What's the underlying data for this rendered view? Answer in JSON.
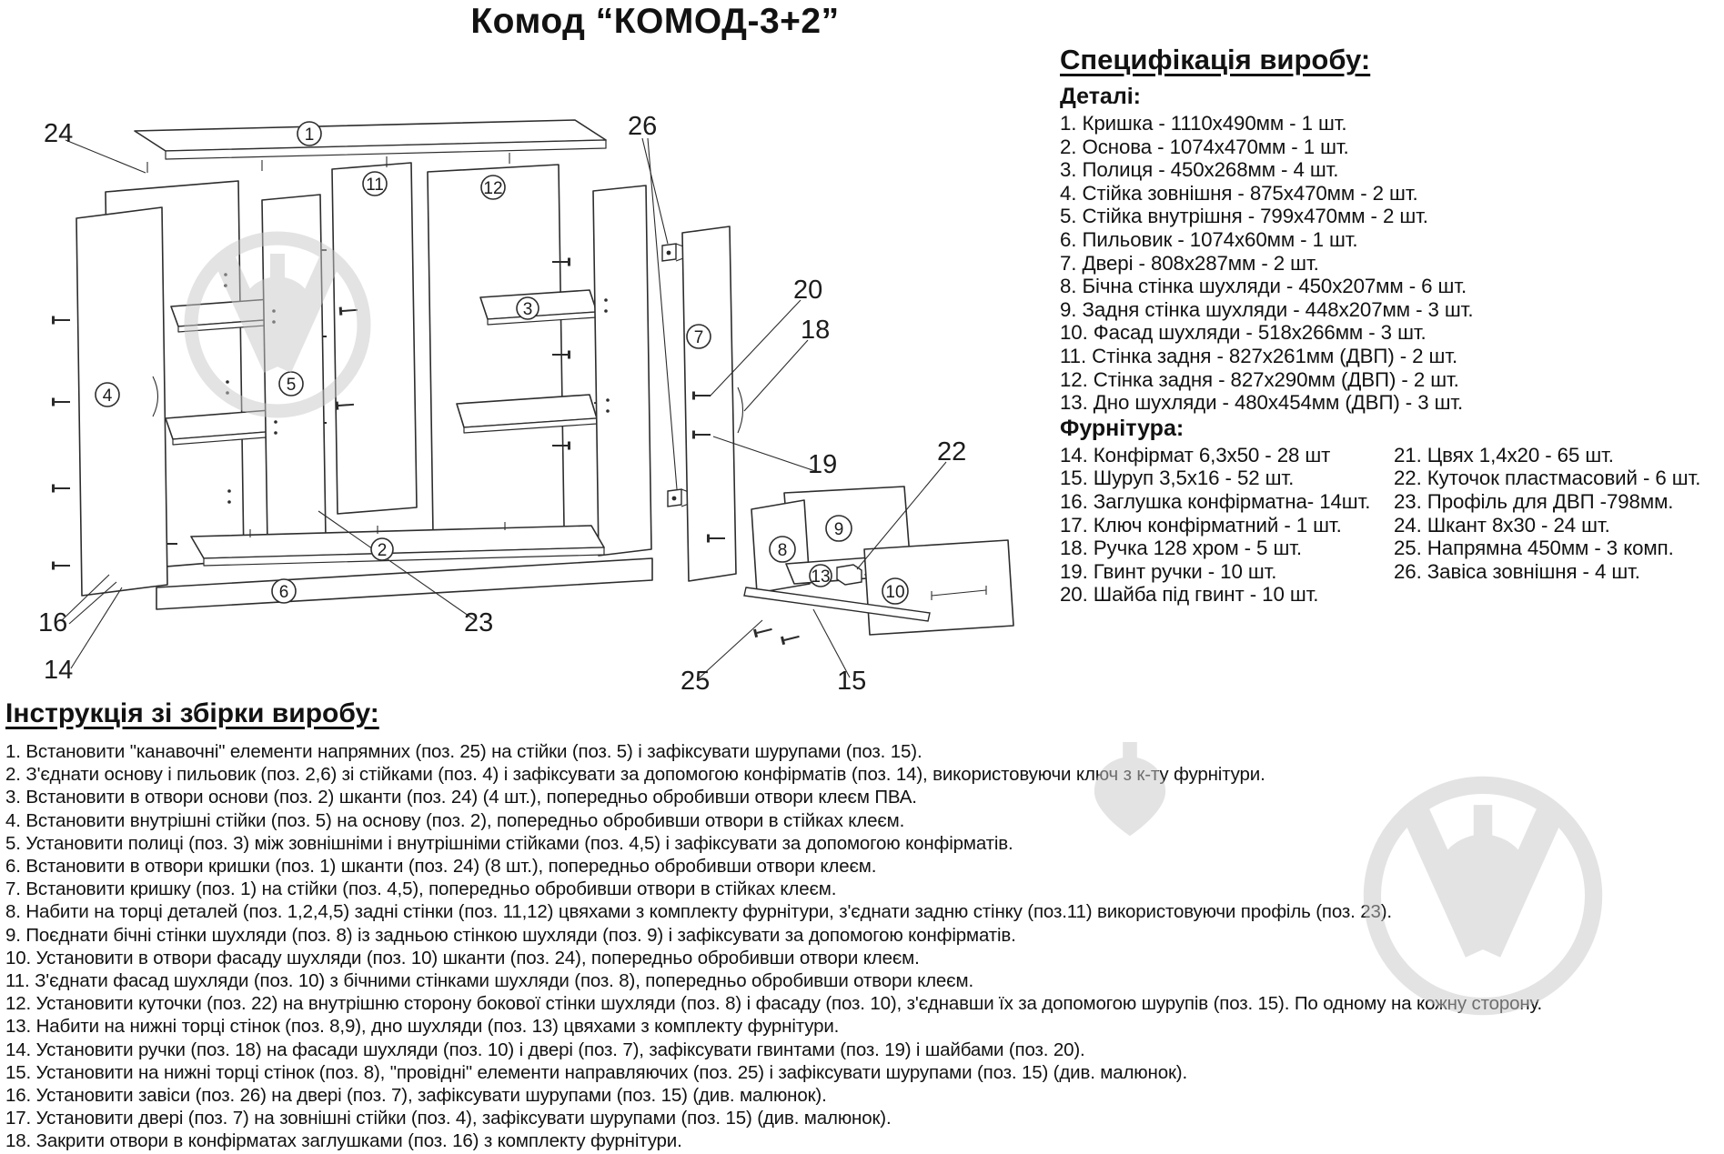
{
  "title": "Комод “КОМОД-3+2”",
  "spec": {
    "heading": "Специфікація виробу:",
    "details_heading": "Деталі:",
    "details": [
      "1. Кришка - 1110х490мм - 1 шт.",
      "2. Основа - 1074х470мм - 1 шт.",
      "3. Полиця - 450х268мм - 4 шт.",
      "4. Стійка зовнішня - 875х470мм - 2 шт.",
      "5. Стійка внутрішня - 799х470мм - 2 шт.",
      "6. Пильовик - 1074х60мм - 1 шт.",
      "7. Двері - 808х287мм - 2 шт.",
      "8. Бічна стінка шухляди - 450х207мм - 6 шт.",
      "9. Задня стінка шухляди - 448х207мм - 3 шт.",
      "10. Фасад шухляди - 518х266мм - 3 шт.",
      "11. Стінка задня - 827х261мм (ДВП) - 2 шт.",
      "12. Стінка задня - 827х290мм (ДВП) - 2 шт.",
      "13. Дно шухляди - 480х454мм (ДВП) - 3 шт."
    ],
    "hardware_heading": "Фурнітура:",
    "hardware_left": [
      "14. Конфірмат 6,3х50 - 28 шт",
      "15. Шуруп 3,5х16 - 52 шт.",
      "16. Заглушка конфірматна- 14шт.",
      "17. Ключ конфірматний - 1 шт.",
      "18. Ручка 128 хром - 5 шт.",
      "19. Гвинт ручки - 10 шт.",
      "20. Шайба під гвинт - 10 шт."
    ],
    "hardware_right": [
      "21. Цвях 1,4х20 - 65 шт.",
      "22. Куточок пластмасовий - 6 шт.",
      "23. Профіль для ДВП -798мм.",
      "24. Шкант 8х30 - 24 шт.",
      "25. Напрямна 450мм - 3 комп.",
      "26. Завіса зовнішня - 4 шт."
    ]
  },
  "instructions": {
    "heading": "Інструкція зі збірки виробу:",
    "steps": [
      "1. Встановити \"канавочні\" елементи напрямних (поз. 25) на стійки (поз. 5) і зафіксувати шурупами (поз. 15).",
      "2. З'єднати основу і пильовик (поз. 2,6) зі стійками (поз. 4) і зафіксувати за допомогою конфірматів (поз. 14), використовуючи ключ з к-ту фурнітури.",
      "3. Встановити в отвори основи (поз. 2) шканти (поз. 24) (4 шт.), попередньо обробивши отвори клеєм ПВА.",
      "4. Встановити внутрішні стійки (поз. 5) на основу (поз. 2), попередньо обробивши отвори в стійках клеєм.",
      "5. Установити полиці (поз. 3) між зовнішніми і внутрішніми стійками (поз. 4,5) і зафіксувати за допомогою конфірматів.",
      "6. Встановити в отвори кришки (поз. 1) шканти (поз. 24) (8 шт.), попередньо обробивши отвори клеєм.",
      "7. Встановити кришку (поз. 1) на стійки (поз. 4,5), попередньо обробивши отвори в стійках клеєм.",
      "8. Набити на торці деталей (поз. 1,2,4,5) задні стінки (поз. 11,12) цвяхами з комплекту фурнітури, з'єднати задню стінку (поз.11) використовуючи профіль (поз. 23).",
      "9. Поєднати бічні стінки шухляди (поз. 8) із задньою стінкою шухляди (поз. 9) і зафіксувати за допомогою конфірматів.",
      "10. Установити в отвори фасаду шухляди (поз. 10) шканти (поз. 24), попередньо обробивши отвори клеєм.",
      "11. З'єднати фасад шухляди (поз. 10) з бічними стінками шухляди (поз. 8), попередньо обробивши отвори клеєм.",
      "12. Установити куточки (поз. 22) на внутрішню сторону бокової стінки шухляди (поз. 8) і фасаду (поз. 10), з'єднавши їх за допомогою шурупів (поз. 15). По одному на кожну сторону.",
      "13. Набити на нижні торці стінок (поз. 8,9), дно шухляди (поз. 13) цвяхами з комплекту фурнітури.",
      "14. Установити ручки (поз. 18) на фасади шухляди (поз. 10) і двері (поз. 7), зафіксувати гвинтами (поз. 19) і шайбами (поз. 20).",
      "15. Установити на нижні торці стінок (поз. 8), \"провідні\" елементи направляючих (поз. 25) і зафіксувати шурупами (поз. 15) (див. малюнок).",
      "16. Установити завіси (поз. 26) на двері (поз. 7), зафіксувати шурупами (поз. 15) (див. малюнок).",
      "17. Установити двері (поз. 7) на зовнішні стійки (поз. 4), зафіксувати шурупами (поз. 15) (див. малюнок).",
      "18. Закрити отвори в конфірматах заглушками (поз. 16) з комплекту фурнітури."
    ]
  },
  "diagram": {
    "labels": {
      "l24": "24",
      "l26": "26",
      "l20": "20",
      "l18": "18",
      "l19": "19",
      "l22": "22",
      "l16": "16",
      "l14": "14",
      "l23": "23",
      "l25": "25",
      "l15": "15"
    },
    "parts": {
      "p1": "1",
      "p2": "2",
      "p3": "3",
      "p4": "4",
      "p5": "5",
      "p6": "6",
      "p7": "7",
      "p8": "8",
      "p9": "9",
      "p10": "10",
      "p11": "11",
      "p12": "12",
      "p13": "13"
    }
  },
  "colors": {
    "background": "#ffffff",
    "line": "#2d2d2d",
    "text": "#121212",
    "watermark": "#c8c8c8"
  }
}
